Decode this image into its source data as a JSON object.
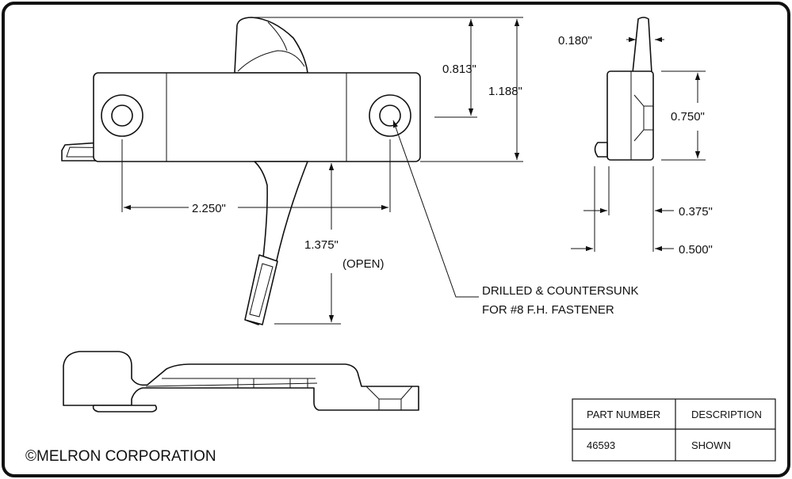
{
  "company": "©MELRON CORPORATION",
  "dimensions": {
    "lever_width": "0.180\"",
    "lever_rise": "0.813\"",
    "overall_height": "1.188\"",
    "side_height": "0.750\"",
    "hole_spacing": "2.250\"",
    "open_reach": "1.375\"",
    "open_note": "(OPEN)",
    "base_depth": "0.375\"",
    "overall_depth": "0.500\""
  },
  "note": {
    "line1": "DRILLED & COUNTERSUNK",
    "line2": "FOR #8 F.H. FASTENER"
  },
  "table": {
    "headers": [
      "PART NUMBER",
      "DESCRIPTION"
    ],
    "rows": [
      [
        "46593",
        "SHOWN"
      ]
    ]
  }
}
